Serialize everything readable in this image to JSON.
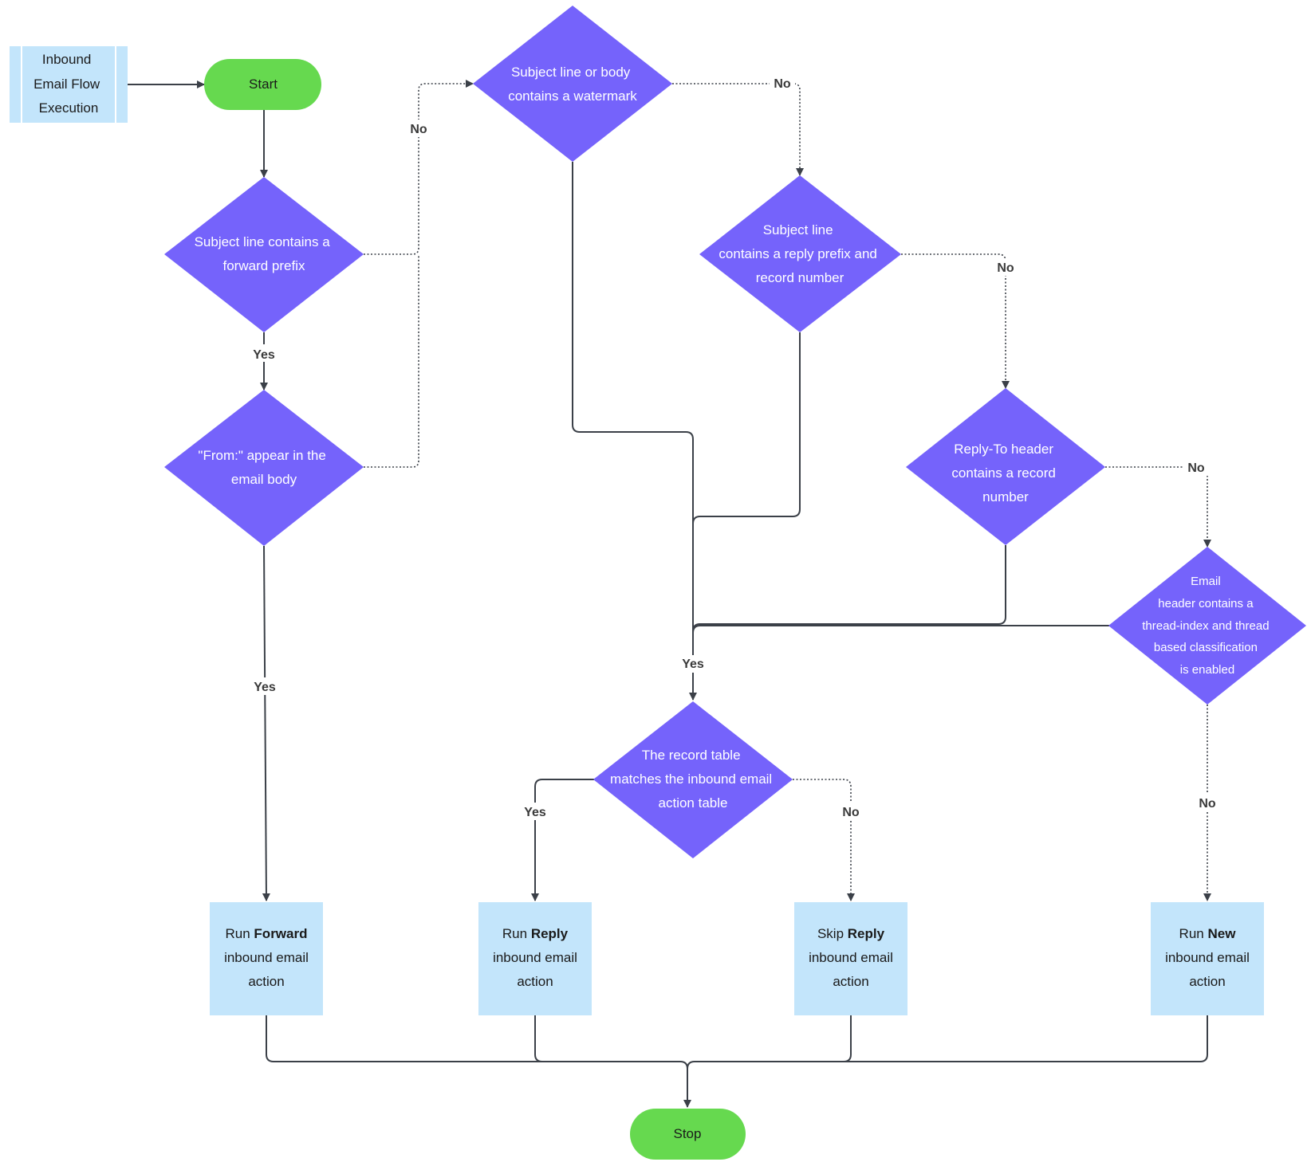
{
  "colors": {
    "terminal": "#66d94f",
    "decision": "#7563fb",
    "process": "#c3e5fb",
    "line": "#3b4048"
  },
  "note": {
    "lines": [
      "Inbound",
      "Email Flow",
      "Execution"
    ]
  },
  "start": {
    "label": "Start"
  },
  "stop": {
    "label": "Stop"
  },
  "decisions": {
    "forward_prefix": {
      "lines": [
        "Subject line contains a",
        "forward prefix"
      ]
    },
    "from_in_body": {
      "lines": [
        "\"From:\" appear in the",
        "email body"
      ]
    },
    "watermark": {
      "lines": [
        "Subject line or body",
        "contains a watermark"
      ]
    },
    "reply_prefix": {
      "lines": [
        "Subject line",
        "contains a reply prefix and",
        "record number"
      ]
    },
    "reply_to_header": {
      "lines": [
        "Reply-To header",
        "contains a record",
        "number"
      ]
    },
    "thread_index": {
      "lines": [
        "Email",
        "header contains a",
        "thread-index and thread",
        "based classification",
        "is enabled"
      ]
    },
    "record_table": {
      "lines": [
        "The record table",
        "matches the inbound email",
        "action table"
      ]
    }
  },
  "actions": {
    "forward": {
      "prefix": "Run ",
      "bold": "Forward",
      "line2": "inbound email",
      "line3": "action"
    },
    "reply": {
      "prefix": "Run ",
      "bold": "Reply",
      "line2": "inbound email",
      "line3": "action"
    },
    "skip_reply": {
      "prefix": "Skip ",
      "bold": "Reply",
      "line2": "inbound email",
      "line3": "action"
    },
    "new": {
      "prefix": "Run ",
      "bold": "New",
      "line2": "inbound email",
      "line3": "action"
    }
  },
  "edge_labels": {
    "yes_forward_prefix": "Yes",
    "yes_from_body": "Yes",
    "no_to_watermark": "No",
    "no_watermark": "No",
    "no_reply_prefix": "No",
    "no_reply_to": "No",
    "yes_merge": "Yes",
    "yes_record_table": "Yes",
    "no_record_table": "No",
    "no_thread_index": "No"
  }
}
